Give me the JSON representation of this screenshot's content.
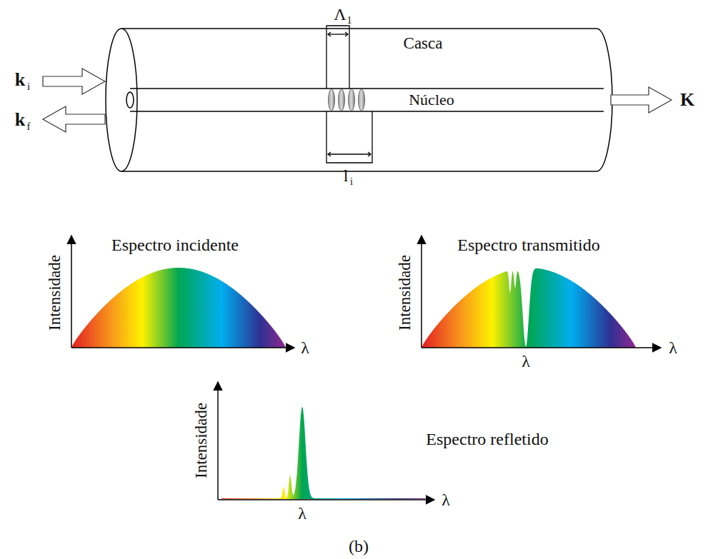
{
  "diagram": {
    "labels": [
      "Λ",
      "1",
      "k",
      "i",
      "k",
      "f",
      "Casca",
      "Núcleo",
      "K",
      "l",
      "i",
      "Intensidade",
      "Espectro incidente",
      "λ",
      "Intensidade",
      "Espectro transmitido",
      "λ",
      "λ",
      "Intensidade",
      "Espectro refletido",
      "λ",
      "λ",
      "(b)"
    ]
  }
}
